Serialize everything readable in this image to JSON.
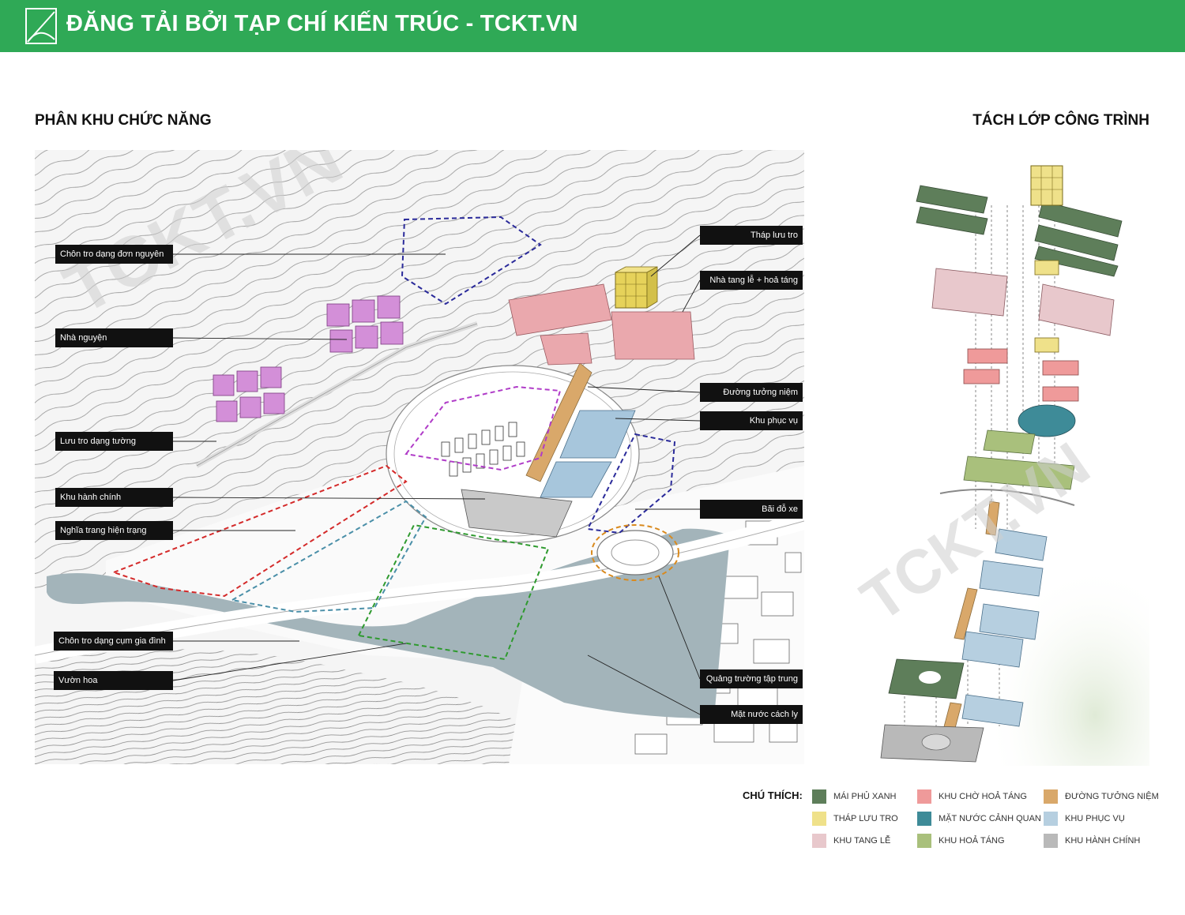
{
  "banner": {
    "text": "ĐĂNG TẢI BỞI TẠP CHÍ KIẾN TRÚC - TCKT.VN",
    "color": "#2fa956"
  },
  "watermark": "TCKT.VN",
  "sections": {
    "left_title": "PHÂN KHU CHỨC NĂNG",
    "right_title": "TÁCH LỚP CÔNG TRÌNH"
  },
  "labels_left": [
    "Chôn tro dạng đơn nguyên",
    "Nhà nguyện",
    "Lưu tro dạng tường",
    "Khu hành chính",
    "Nghĩa trang hiện trạng",
    "Chôn tro dạng cụm gia đình",
    "Vườn hoa"
  ],
  "labels_right": [
    "Tháp lưu tro",
    "Nhà tang lễ + hoả táng",
    "Đường tưởng niệm",
    "Khu phục vụ",
    "Bãi đỗ xe",
    "Quảng trường tập trung",
    "Mặt nước cách ly"
  ],
  "legend": {
    "title": "CHÚ THÍCH:",
    "items": [
      {
        "label": "MÁI PHỦ XANH",
        "color": "#5e7e5a"
      },
      {
        "label": "KHU CHỜ HOẢ TÁNG",
        "color": "#ef9a9a"
      },
      {
        "label": "ĐƯỜNG TƯỞNG NIỆM",
        "color": "#d9a86a"
      },
      {
        "label": "THÁP LƯU TRO",
        "color": "#efe18a"
      },
      {
        "label": "MẶT NƯỚC CẢNH QUAN",
        "color": "#3e8b98"
      },
      {
        "label": "KHU PHỤC VỤ",
        "color": "#b6cfe0"
      },
      {
        "label": "KHU TANG LỄ",
        "color": "#e8c8cc"
      },
      {
        "label": "KHU HOẢ TÁNG",
        "color": "#a9c07c"
      },
      {
        "label": "KHU HÀNH CHÍNH",
        "color": "#b9b9b9"
      }
    ]
  },
  "colors": {
    "chapel": "#d38fd8",
    "funeral": "#eaa8ad",
    "tower": "#e6d25a",
    "walkway": "#d9a86a",
    "service": "#a7c6dc",
    "water": "#9fb0b6",
    "zone_purple": "#b03cc8",
    "zone_blue": "#2a2a9a",
    "zone_red": "#d42a2a",
    "zone_teal": "#4a8fa8",
    "zone_green": "#2e9a2e",
    "zone_orange": "#d98a1e"
  }
}
